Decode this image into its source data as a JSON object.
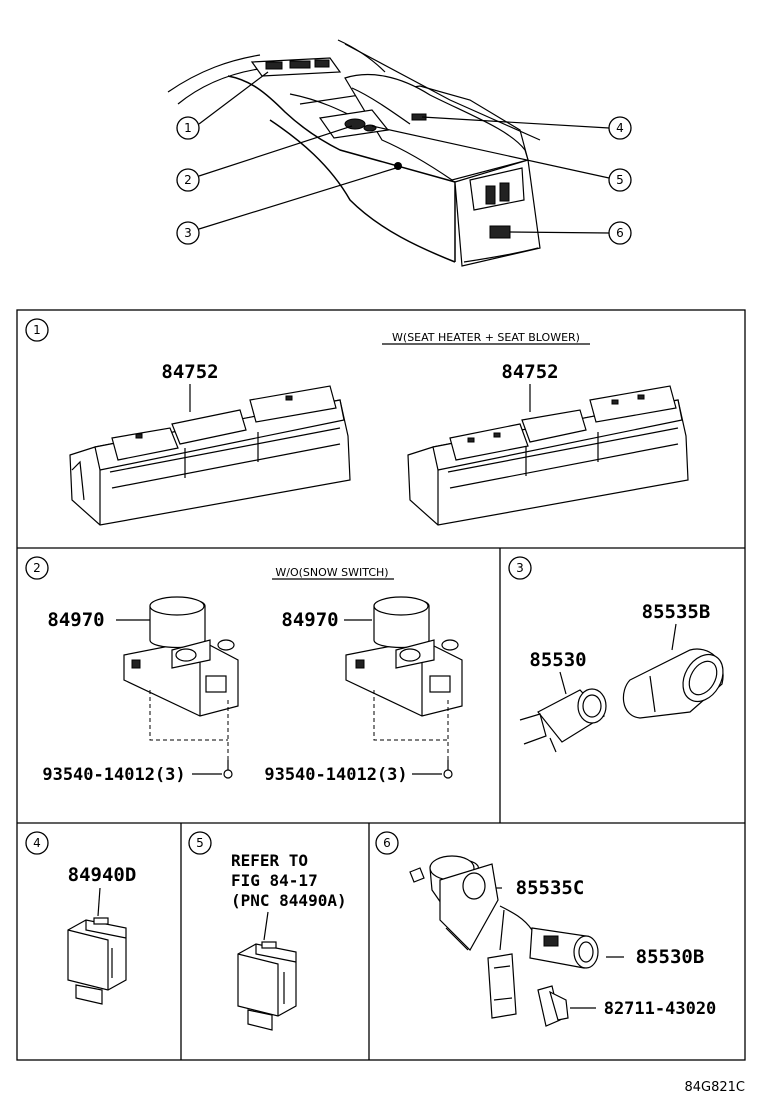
{
  "callouts": {
    "c1": "1",
    "c2": "2",
    "c3": "3",
    "c4": "4",
    "c5": "5",
    "c6": "6"
  },
  "panel1": {
    "num": "1",
    "note": "W(SEAT HEATER + SEAT BLOWER)",
    "left_part": "84752",
    "right_part": "84752"
  },
  "panel2": {
    "num": "2",
    "note": "W/O(SNOW SWITCH)",
    "left_part": "84970",
    "right_part": "84970",
    "left_screw": "93540-14012(3)",
    "right_screw": "93540-14012(3)"
  },
  "panel3": {
    "num": "3",
    "part_a": "85530",
    "part_b": "85535B"
  },
  "panel4": {
    "num": "4",
    "part": "84940D"
  },
  "panel5": {
    "num": "5",
    "ref_line1": "REFER TO",
    "ref_line2": "FIG 84-17",
    "ref_line3": "(PNC 84490A)"
  },
  "panel6": {
    "num": "6",
    "part_a": "85535C",
    "part_b": "85530B",
    "part_c": "82711-43020"
  },
  "figure_code": "84G821C"
}
